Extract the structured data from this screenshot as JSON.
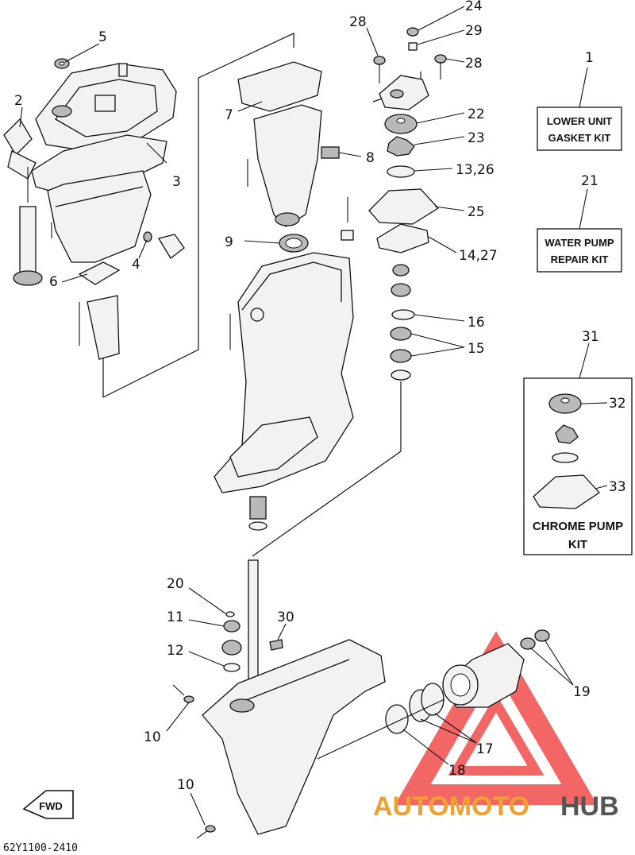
{
  "diagram": {
    "code": "62Y1100-2410",
    "fwd_label": "FWD",
    "watermark": {
      "part1": "AUTOMOTO",
      "part2": "HUB",
      "color1": "#f0a030",
      "color2": "#555555",
      "triangle_color": "#ee3333"
    },
    "callouts": {
      "c1": "1",
      "c2": "2",
      "c3": "3",
      "c4": "4",
      "c5": "5",
      "c6": "6",
      "c7": "7",
      "c8": "8",
      "c9": "9",
      "c10a": "10",
      "c10b": "10",
      "c11": "11",
      "c12": "12",
      "c13_26": "13,26",
      "c14_27": "14,27",
      "c15": "15",
      "c16": "16",
      "c17": "17",
      "c18": "18",
      "c19": "19",
      "c20": "20",
      "c21": "21",
      "c22": "22",
      "c23": "23",
      "c24": "24",
      "c25": "25",
      "c28a": "28",
      "c28b": "28",
      "c29": "29",
      "c30": "30",
      "c31": "31",
      "c32": "32",
      "c33": "33"
    },
    "kits": {
      "gasket": {
        "line1": "LOWER UNIT",
        "line2": "GASKET KIT"
      },
      "water_pump": {
        "line1": "WATER PUMP",
        "line2": "REPAIR KIT"
      },
      "chrome_pump": {
        "line1": "CHROME PUMP",
        "line2": "KIT"
      }
    }
  }
}
